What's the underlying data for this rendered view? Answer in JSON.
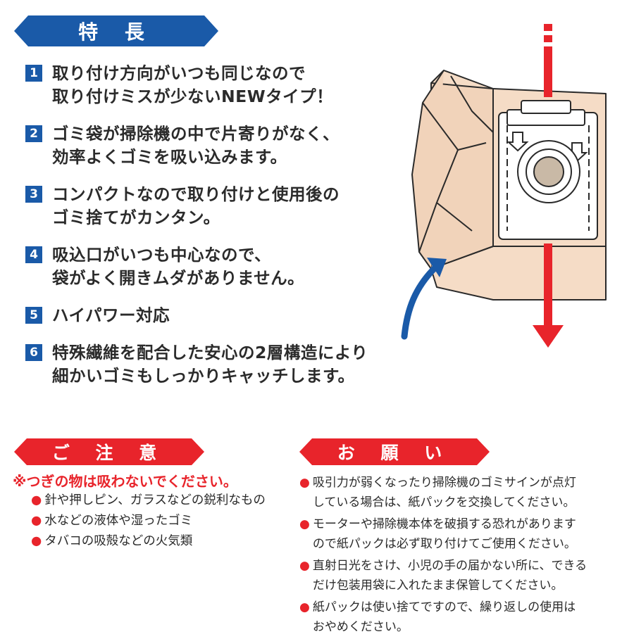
{
  "features_banner": "特 長",
  "features": [
    {
      "num": "1",
      "text": "取り付け方向がいつも同じなので\n取り付けミスが少ないNEWタイプ！"
    },
    {
      "num": "2",
      "text": "ゴミ袋が掃除機の中で片寄りがなく、\n効率よくゴミを吸い込みます。"
    },
    {
      "num": "3",
      "text": "コンパクトなので取り付けと使用後の\nゴミ捨てがカンタン。"
    },
    {
      "num": "4",
      "text": "吸込口がいつも中心なので、\n袋がよく開きムダがありません。"
    },
    {
      "num": "5",
      "text": "ハイパワー対応"
    },
    {
      "num": "6",
      "text": "特殊繊維を配合した安心の2層構造により\n細かいゴミもしっかりキャッチします。"
    }
  ],
  "caution": {
    "banner": "ご 注 意",
    "heading": "※つぎの物は吸わないでください。",
    "bullet": "●",
    "items": [
      "針や押しピン、ガラスなどの鋭利なもの",
      "水などの液体や湿ったゴミ",
      "タバコの吸殻などの火気類"
    ]
  },
  "request": {
    "banner": "お 願 い",
    "bullet": "●",
    "items": [
      "吸引力が弱くなったり掃除機のゴミサインが点灯\nしている場合は、紙パックを交換してください。",
      "モーターや掃除機本体を破損する恐れがあります\nので紙パックは必ず取り付けてご使用ください。",
      "直射日光をさけ、小児の手の届かない所に、できる\nだけ包装用袋に入れたまま保管してください。",
      "紙パックは使い捨てですので、繰り返しの使用は\nおやめください。"
    ]
  },
  "colors": {
    "blue": "#1a5aa8",
    "red": "#e8242b",
    "bag": "#f5dcc6",
    "filter": "#c9b9a6"
  }
}
